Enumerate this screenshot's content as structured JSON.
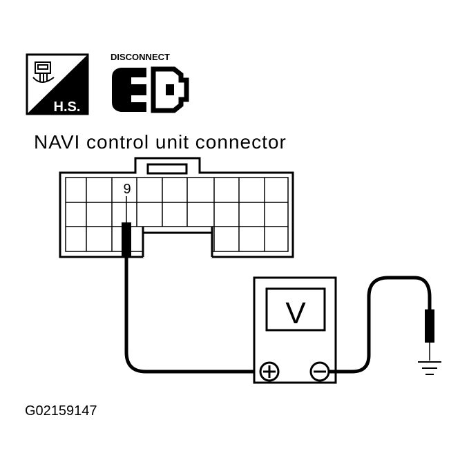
{
  "hs_icon": {
    "text": "H.S."
  },
  "disconnect_icon": {
    "label": "DISCONNECT"
  },
  "connector": {
    "title": "NAVI control unit connector",
    "pin_label": "9"
  },
  "voltmeter": {
    "display": "V",
    "positive_symbol": "⊕",
    "negative_symbol": "⊖"
  },
  "figure": {
    "code": "G02159147"
  }
}
